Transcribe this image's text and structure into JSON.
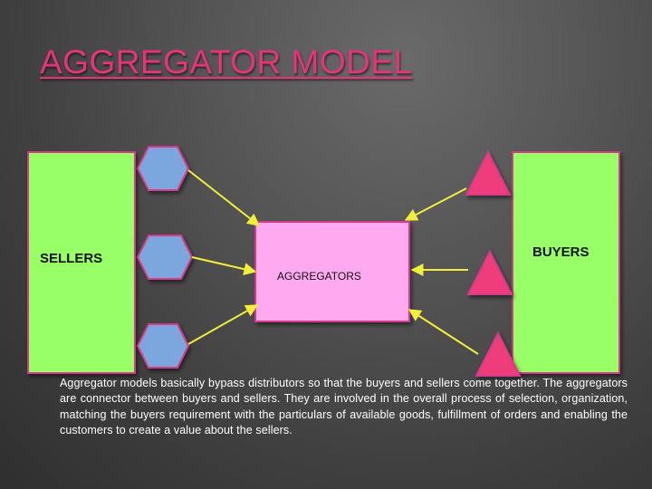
{
  "slide": {
    "title": "AGGREGATOR MODEL",
    "sellers_label": "SELLERS",
    "buyers_label": "BUYERS",
    "aggregators_label": "AGGREGATORS",
    "description": "Aggregator models basically bypass distributors so that the buyers and sellers come together. The aggregators are connector between buyers and sellers. They are involved in the overall process of selection, organization, matching the buyers requirement with the particulars of available goods, fulfillment of orders and enabling the customers to create a value about the sellers."
  },
  "colors": {
    "title": "#e8327a",
    "panel_fill": "#99ff66",
    "hub_fill": "#ffaaf0",
    "seller_shape_fill": "#7ba7de",
    "buyer_shape_fill": "#ee3d7a",
    "shape_border": "#d63a8a",
    "connector": "#f2ef3a"
  },
  "shapes": {
    "seller_nodes": "hexagon",
    "buyer_nodes": "triangle"
  }
}
